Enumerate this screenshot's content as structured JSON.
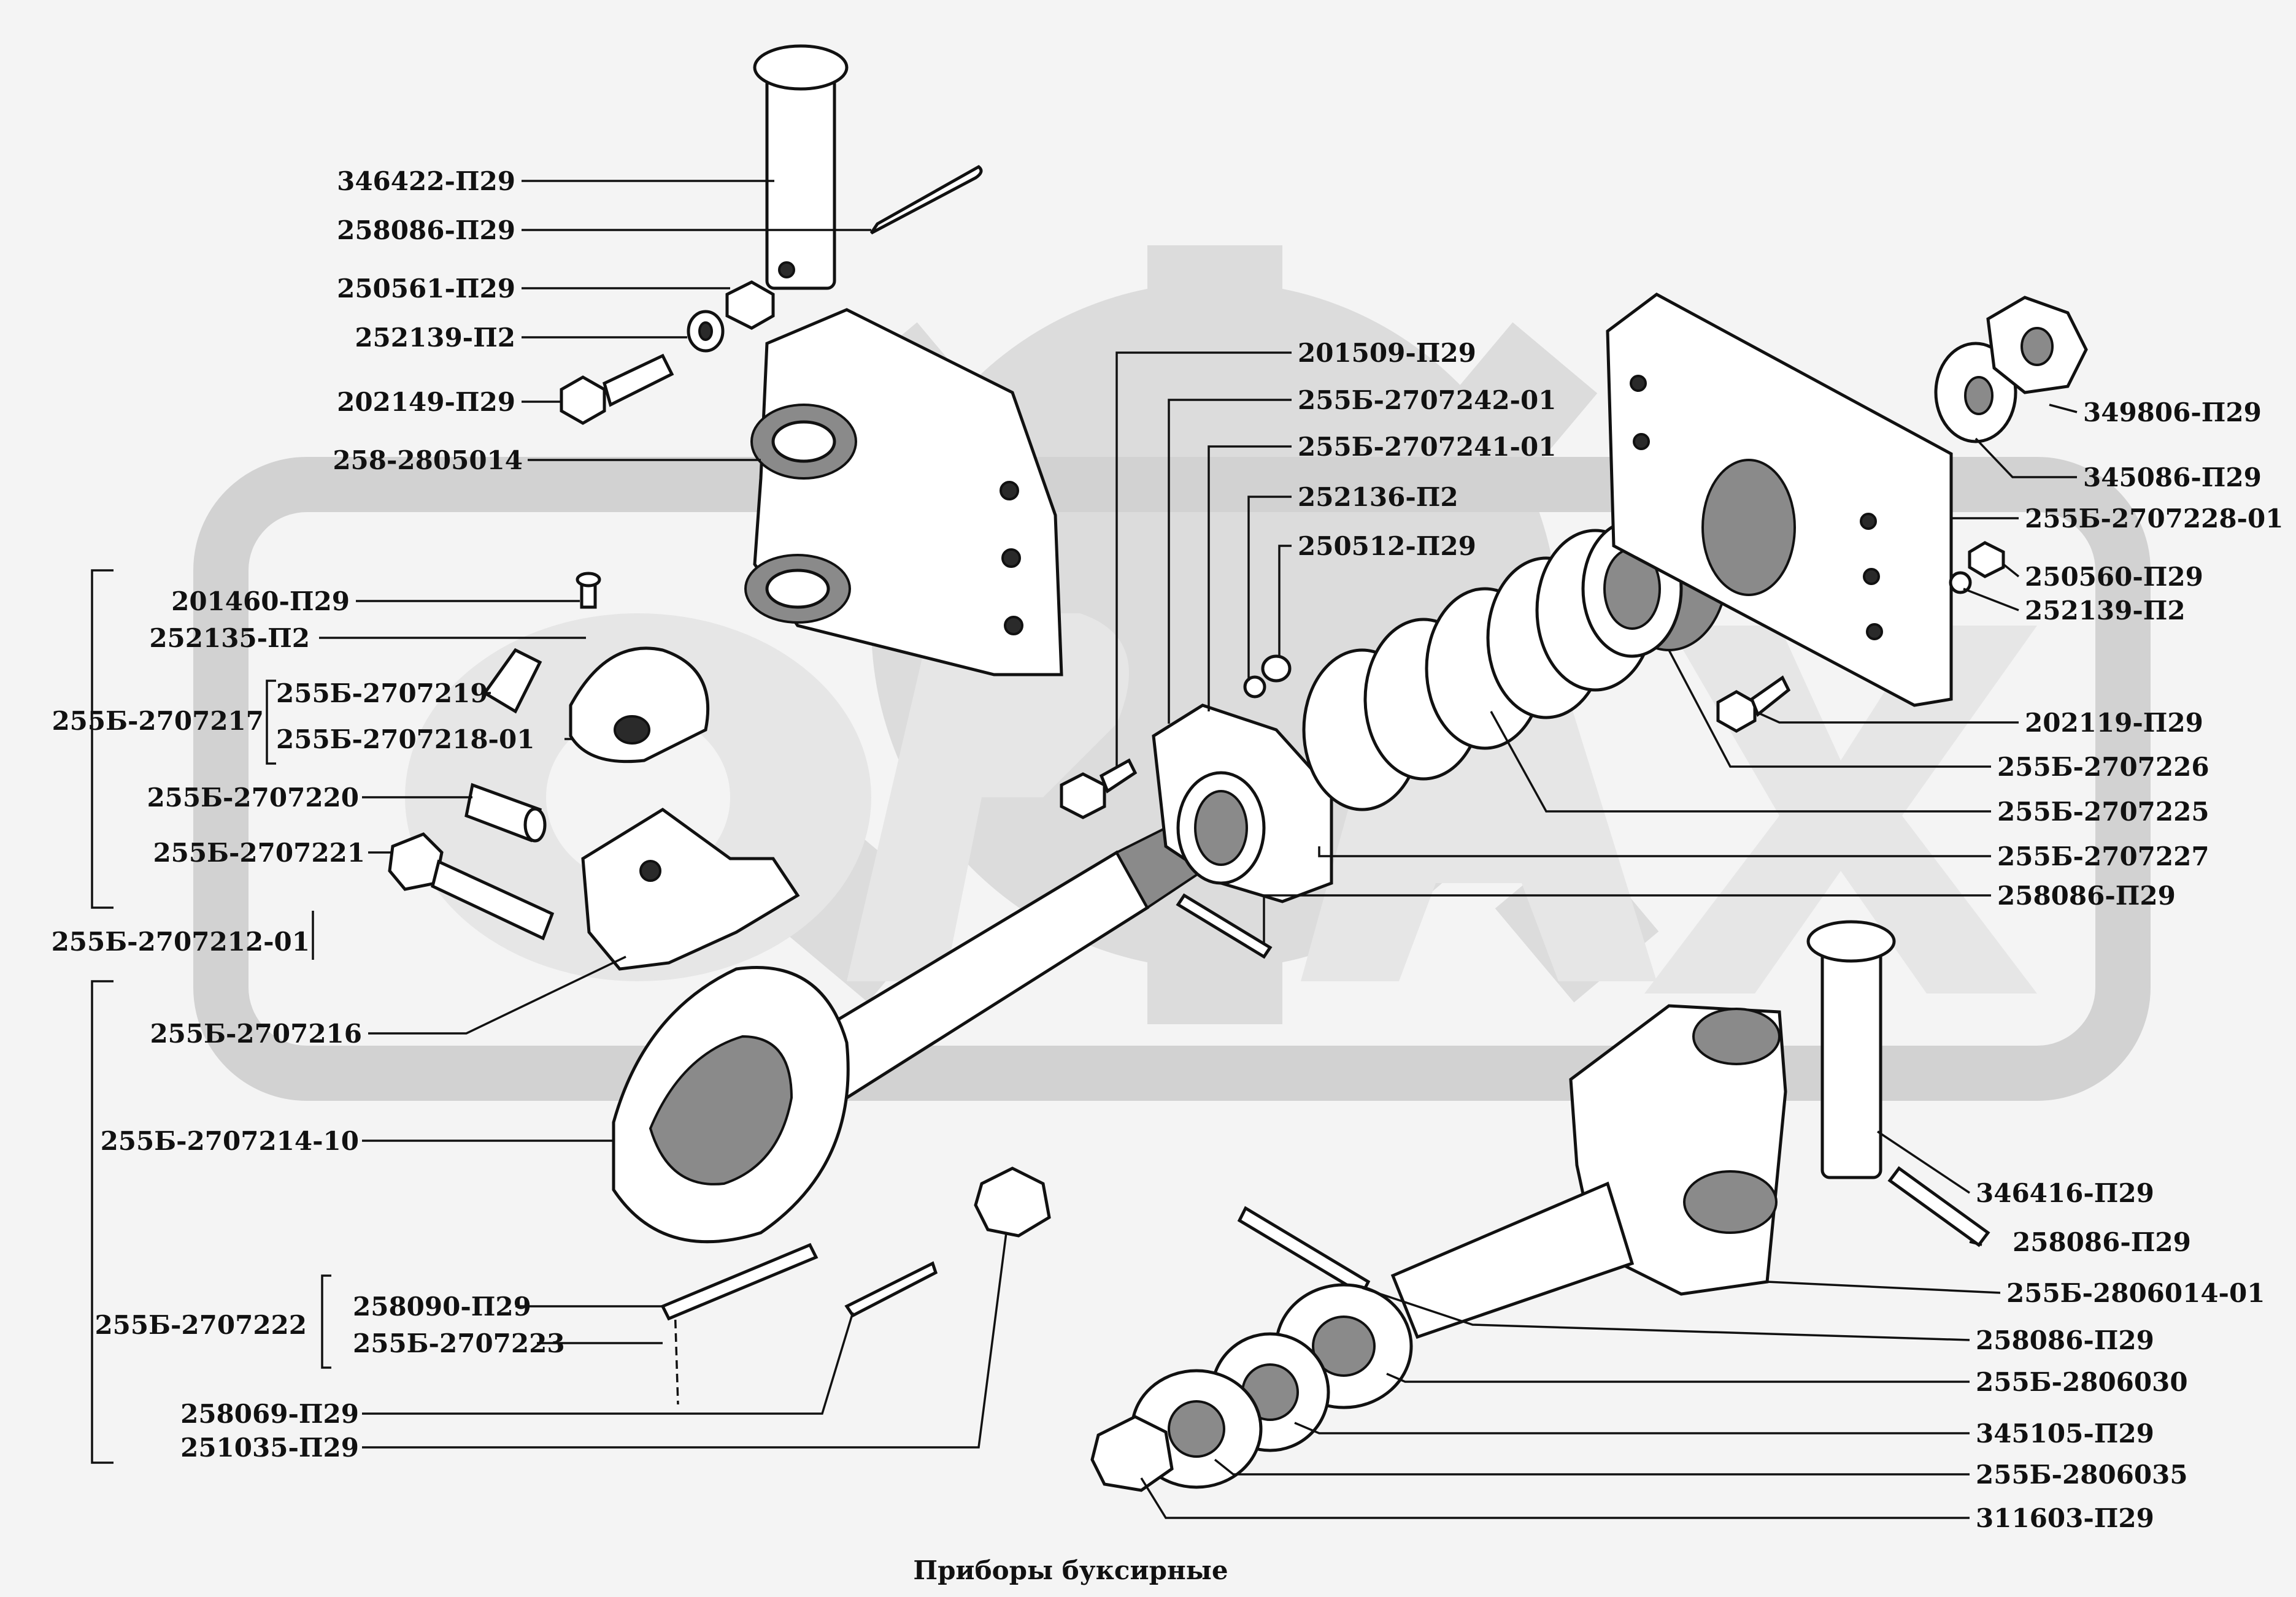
{
  "caption": "Приборы буксирные",
  "callouts": [
    {
      "id": "c01",
      "text": "346422-П29"
    },
    {
      "id": "c02",
      "text": "258086-П29"
    },
    {
      "id": "c03",
      "text": "250561-П29"
    },
    {
      "id": "c04",
      "text": "252139-П2"
    },
    {
      "id": "c05",
      "text": "202149-П29"
    },
    {
      "id": "c06",
      "text": "258-2805014"
    },
    {
      "id": "c07",
      "text": "201460-П29"
    },
    {
      "id": "c08",
      "text": "252135-П2"
    },
    {
      "id": "c09",
      "text": "255Б-2707219"
    },
    {
      "id": "c10",
      "text": "255Б-2707217"
    },
    {
      "id": "c11",
      "text": "255Б-2707218-01"
    },
    {
      "id": "c12",
      "text": "255Б-2707220"
    },
    {
      "id": "c13",
      "text": "255Б-2707221"
    },
    {
      "id": "c14",
      "text": "255Б-2707212-01"
    },
    {
      "id": "c15",
      "text": "255Б-2707216"
    },
    {
      "id": "c16",
      "text": "255Б-2707214-10"
    },
    {
      "id": "c17",
      "text": "255Б-2707222"
    },
    {
      "id": "c18",
      "text": "258090-П29"
    },
    {
      "id": "c19",
      "text": "255Б-2707223"
    },
    {
      "id": "c20",
      "text": "258069-П29"
    },
    {
      "id": "c21",
      "text": "251035-П29"
    },
    {
      "id": "c22",
      "text": "201509-П29"
    },
    {
      "id": "c23",
      "text": "255Б-2707242-01"
    },
    {
      "id": "c24",
      "text": "255Б-2707241-01"
    },
    {
      "id": "c25",
      "text": "252136-П2"
    },
    {
      "id": "c26",
      "text": "250512-П29"
    },
    {
      "id": "c27",
      "text": "349806-П29"
    },
    {
      "id": "c28",
      "text": "345086-П29"
    },
    {
      "id": "c29",
      "text": "255Б-2707228-01"
    },
    {
      "id": "c30",
      "text": "250560-П29"
    },
    {
      "id": "c31",
      "text": "252139-П2"
    },
    {
      "id": "c32",
      "text": "202119-П29"
    },
    {
      "id": "c33",
      "text": "255Б-2707226"
    },
    {
      "id": "c34",
      "text": "255Б-2707225"
    },
    {
      "id": "c35",
      "text": "255Б-2707227"
    },
    {
      "id": "c36",
      "text": "258086-П29"
    },
    {
      "id": "c37",
      "text": "346416-П29"
    },
    {
      "id": "c38",
      "text": "258086-П29"
    },
    {
      "id": "c39",
      "text": "255Б-2806014-01"
    },
    {
      "id": "c40",
      "text": "258086-П29"
    },
    {
      "id": "c41",
      "text": "255Б-2806030"
    },
    {
      "id": "c42",
      "text": "345105-П29"
    },
    {
      "id": "c43",
      "text": "255Б-2806035"
    },
    {
      "id": "c44",
      "text": "311603-П29"
    }
  ],
  "watermark": {
    "text": "ОРЕХ",
    "color": "#dcdcdc"
  }
}
